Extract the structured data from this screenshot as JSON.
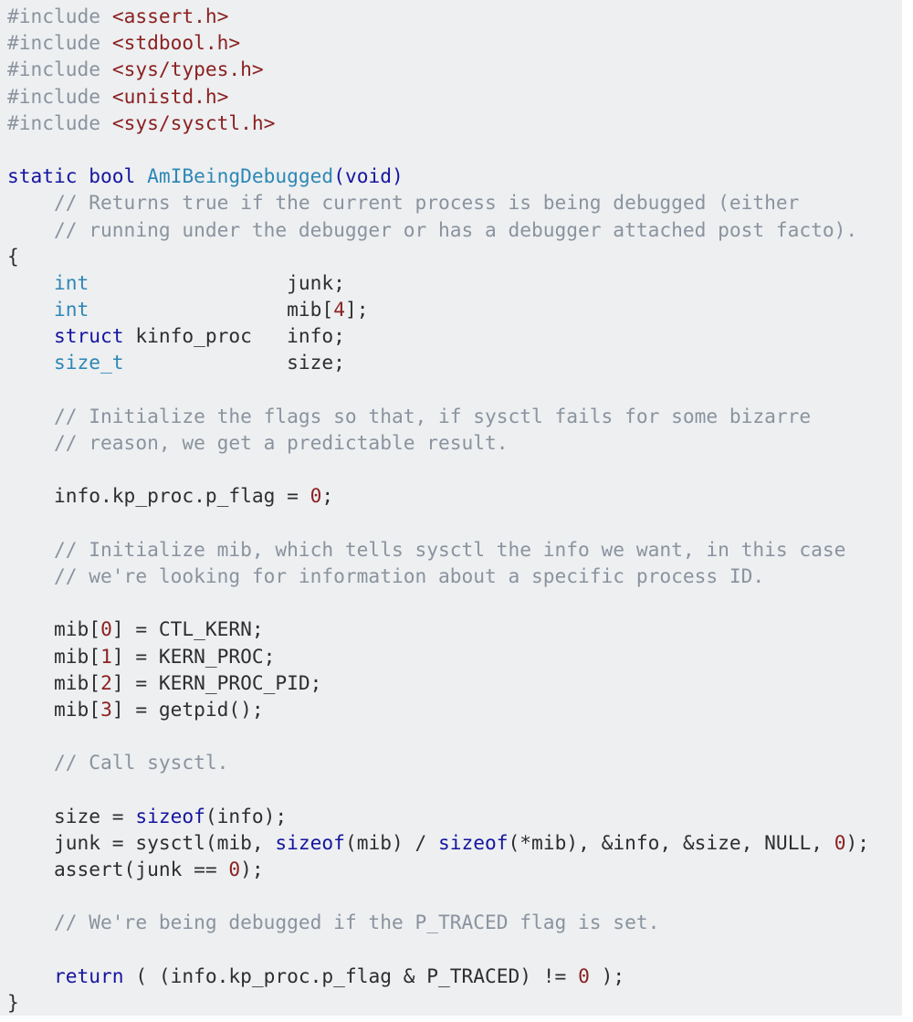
{
  "page": {
    "background_color": "#ffffff",
    "code_background_color": "#edeff1",
    "language": "c",
    "function_name": "AmIBeingDebugged"
  },
  "colors": {
    "def": "#2e2e2e",
    "kw": "#15159f",
    "type": "#2e87b5",
    "cmt": "#8a939e",
    "pre": "#8a939e",
    "hdr": "#8b2121",
    "num": "#8b2121"
  },
  "code": {
    "lines": [
      [
        {
          "s": "pre",
          "t": "#include "
        },
        {
          "s": "hdr",
          "t": "<assert.h>"
        }
      ],
      [
        {
          "s": "pre",
          "t": "#include "
        },
        {
          "s": "hdr",
          "t": "<stdbool.h>"
        }
      ],
      [
        {
          "s": "pre",
          "t": "#include "
        },
        {
          "s": "hdr",
          "t": "<sys/types.h>"
        }
      ],
      [
        {
          "s": "pre",
          "t": "#include "
        },
        {
          "s": "hdr",
          "t": "<unistd.h>"
        }
      ],
      [
        {
          "s": "pre",
          "t": "#include "
        },
        {
          "s": "hdr",
          "t": "<sys/sysctl.h>"
        }
      ],
      [],
      [
        {
          "s": "kw",
          "t": "static bool "
        },
        {
          "s": "type",
          "t": "AmIBeingDebugged"
        },
        {
          "s": "kw",
          "t": "(void)"
        }
      ],
      [
        {
          "s": "cmt",
          "t": "    // Returns true if the current process is being debugged (either"
        }
      ],
      [
        {
          "s": "cmt",
          "t": "    // running under the debugger or has a debugger attached post facto)."
        }
      ],
      [
        {
          "s": "def",
          "t": "{"
        }
      ],
      [
        {
          "s": "def",
          "t": "    "
        },
        {
          "s": "type",
          "t": "int"
        },
        {
          "s": "def",
          "t": "                 junk;"
        }
      ],
      [
        {
          "s": "def",
          "t": "    "
        },
        {
          "s": "type",
          "t": "int"
        },
        {
          "s": "def",
          "t": "                 mib["
        },
        {
          "s": "num",
          "t": "4"
        },
        {
          "s": "def",
          "t": "];"
        }
      ],
      [
        {
          "s": "def",
          "t": "    "
        },
        {
          "s": "kw",
          "t": "struct"
        },
        {
          "s": "def",
          "t": " kinfo_proc   info;"
        }
      ],
      [
        {
          "s": "def",
          "t": "    "
        },
        {
          "s": "type",
          "t": "size_t"
        },
        {
          "s": "def",
          "t": "              size;"
        }
      ],
      [],
      [
        {
          "s": "cmt",
          "t": "    // Initialize the flags so that, if sysctl fails for some bizarre"
        }
      ],
      [
        {
          "s": "cmt",
          "t": "    // reason, we get a predictable result."
        }
      ],
      [],
      [
        {
          "s": "def",
          "t": "    info.kp_proc.p_flag = "
        },
        {
          "s": "num",
          "t": "0"
        },
        {
          "s": "def",
          "t": ";"
        }
      ],
      [],
      [
        {
          "s": "cmt",
          "t": "    // Initialize mib, which tells sysctl the info we want, in this case"
        }
      ],
      [
        {
          "s": "cmt",
          "t": "    // we're looking for information about a specific process ID."
        }
      ],
      [],
      [
        {
          "s": "def",
          "t": "    mib["
        },
        {
          "s": "num",
          "t": "0"
        },
        {
          "s": "def",
          "t": "] = CTL_KERN;"
        }
      ],
      [
        {
          "s": "def",
          "t": "    mib["
        },
        {
          "s": "num",
          "t": "1"
        },
        {
          "s": "def",
          "t": "] = KERN_PROC;"
        }
      ],
      [
        {
          "s": "def",
          "t": "    mib["
        },
        {
          "s": "num",
          "t": "2"
        },
        {
          "s": "def",
          "t": "] = KERN_PROC_PID;"
        }
      ],
      [
        {
          "s": "def",
          "t": "    mib["
        },
        {
          "s": "num",
          "t": "3"
        },
        {
          "s": "def",
          "t": "] = getpid();"
        }
      ],
      [],
      [
        {
          "s": "cmt",
          "t": "    // Call sysctl."
        }
      ],
      [],
      [
        {
          "s": "def",
          "t": "    size = "
        },
        {
          "s": "kw",
          "t": "sizeof"
        },
        {
          "s": "def",
          "t": "(info);"
        }
      ],
      [
        {
          "s": "def",
          "t": "    junk = sysctl(mib, "
        },
        {
          "s": "kw",
          "t": "sizeof"
        },
        {
          "s": "def",
          "t": "(mib) / "
        },
        {
          "s": "kw",
          "t": "sizeof"
        },
        {
          "s": "def",
          "t": "(*mib), &info, &size, NULL, "
        },
        {
          "s": "num",
          "t": "0"
        },
        {
          "s": "def",
          "t": ");"
        }
      ],
      [
        {
          "s": "def",
          "t": "    assert(junk == "
        },
        {
          "s": "num",
          "t": "0"
        },
        {
          "s": "def",
          "t": ");"
        }
      ],
      [],
      [
        {
          "s": "cmt",
          "t": "    // We're being debugged if the P_TRACED flag is set."
        }
      ],
      [],
      [
        {
          "s": "def",
          "t": "    "
        },
        {
          "s": "kw",
          "t": "return"
        },
        {
          "s": "def",
          "t": " ( (info.kp_proc.p_flag & P_TRACED) != "
        },
        {
          "s": "num",
          "t": "0"
        },
        {
          "s": "def",
          "t": " );"
        }
      ],
      [
        {
          "s": "def",
          "t": "}"
        }
      ]
    ]
  }
}
